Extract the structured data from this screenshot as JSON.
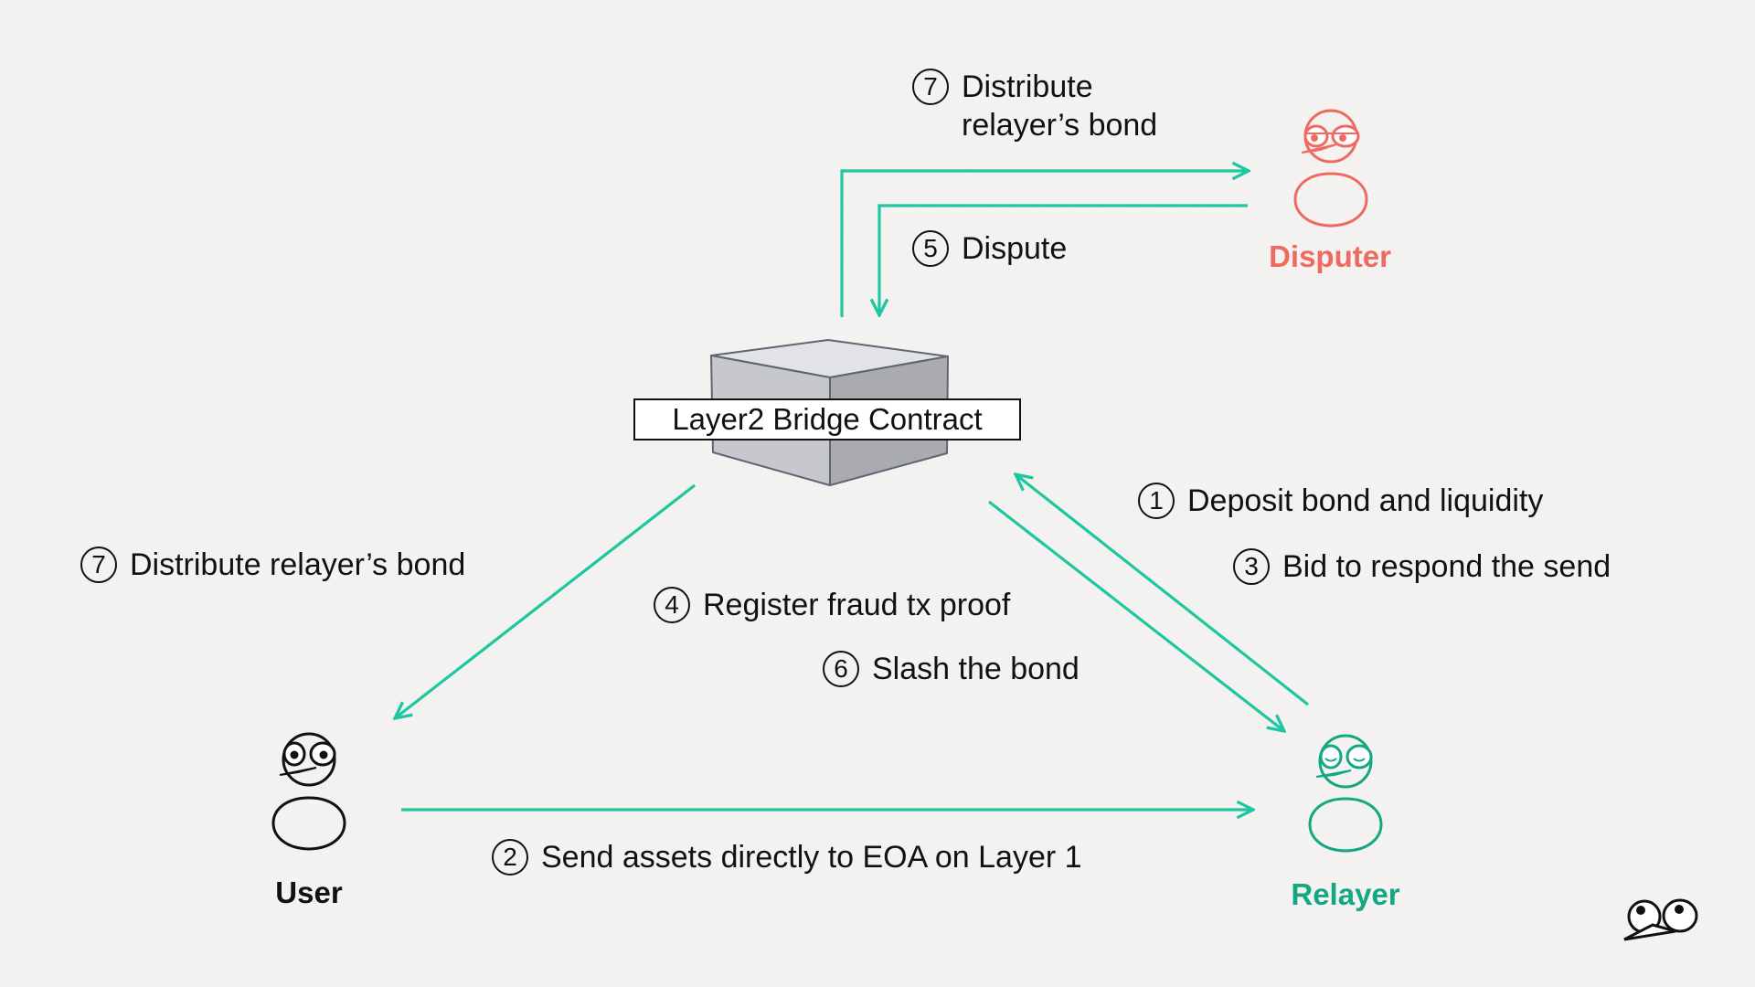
{
  "colors": {
    "arrow": "#1dc7a0",
    "user": "#111111",
    "relayer": "#12a884",
    "disputer": "#ef6a60",
    "contract_top": "#e2e3e6",
    "contract_left": "#c6c8cd",
    "contract_right": "#a9abb1",
    "contract_edge": "#606670"
  },
  "contract": {
    "label": "Layer2 Bridge Contract"
  },
  "actors": {
    "user": {
      "name": "User",
      "eyes": "wide-open"
    },
    "relayer": {
      "name": "Relayer",
      "eyes": "closed"
    },
    "disputer": {
      "name": "Disputer",
      "eyes": "half-closed"
    }
  },
  "steps": [
    {
      "num": "1",
      "text": "Deposit bond and liquidity"
    },
    {
      "num": "2",
      "text": "Send assets directly to EOA on Layer 1"
    },
    {
      "num": "3",
      "text": "Bid to respond the send"
    },
    {
      "num": "4",
      "text": "Register fraud tx proof"
    },
    {
      "num": "5",
      "text": "Dispute"
    },
    {
      "num": "6",
      "text": "Slash the bond"
    },
    {
      "num": "7",
      "text": "Distribute relayer’s bond"
    },
    {
      "num": "7",
      "text": "Distribute\nrelayer’s bond"
    }
  ],
  "logo": {
    "icon": "peeking-eyes-icon"
  }
}
